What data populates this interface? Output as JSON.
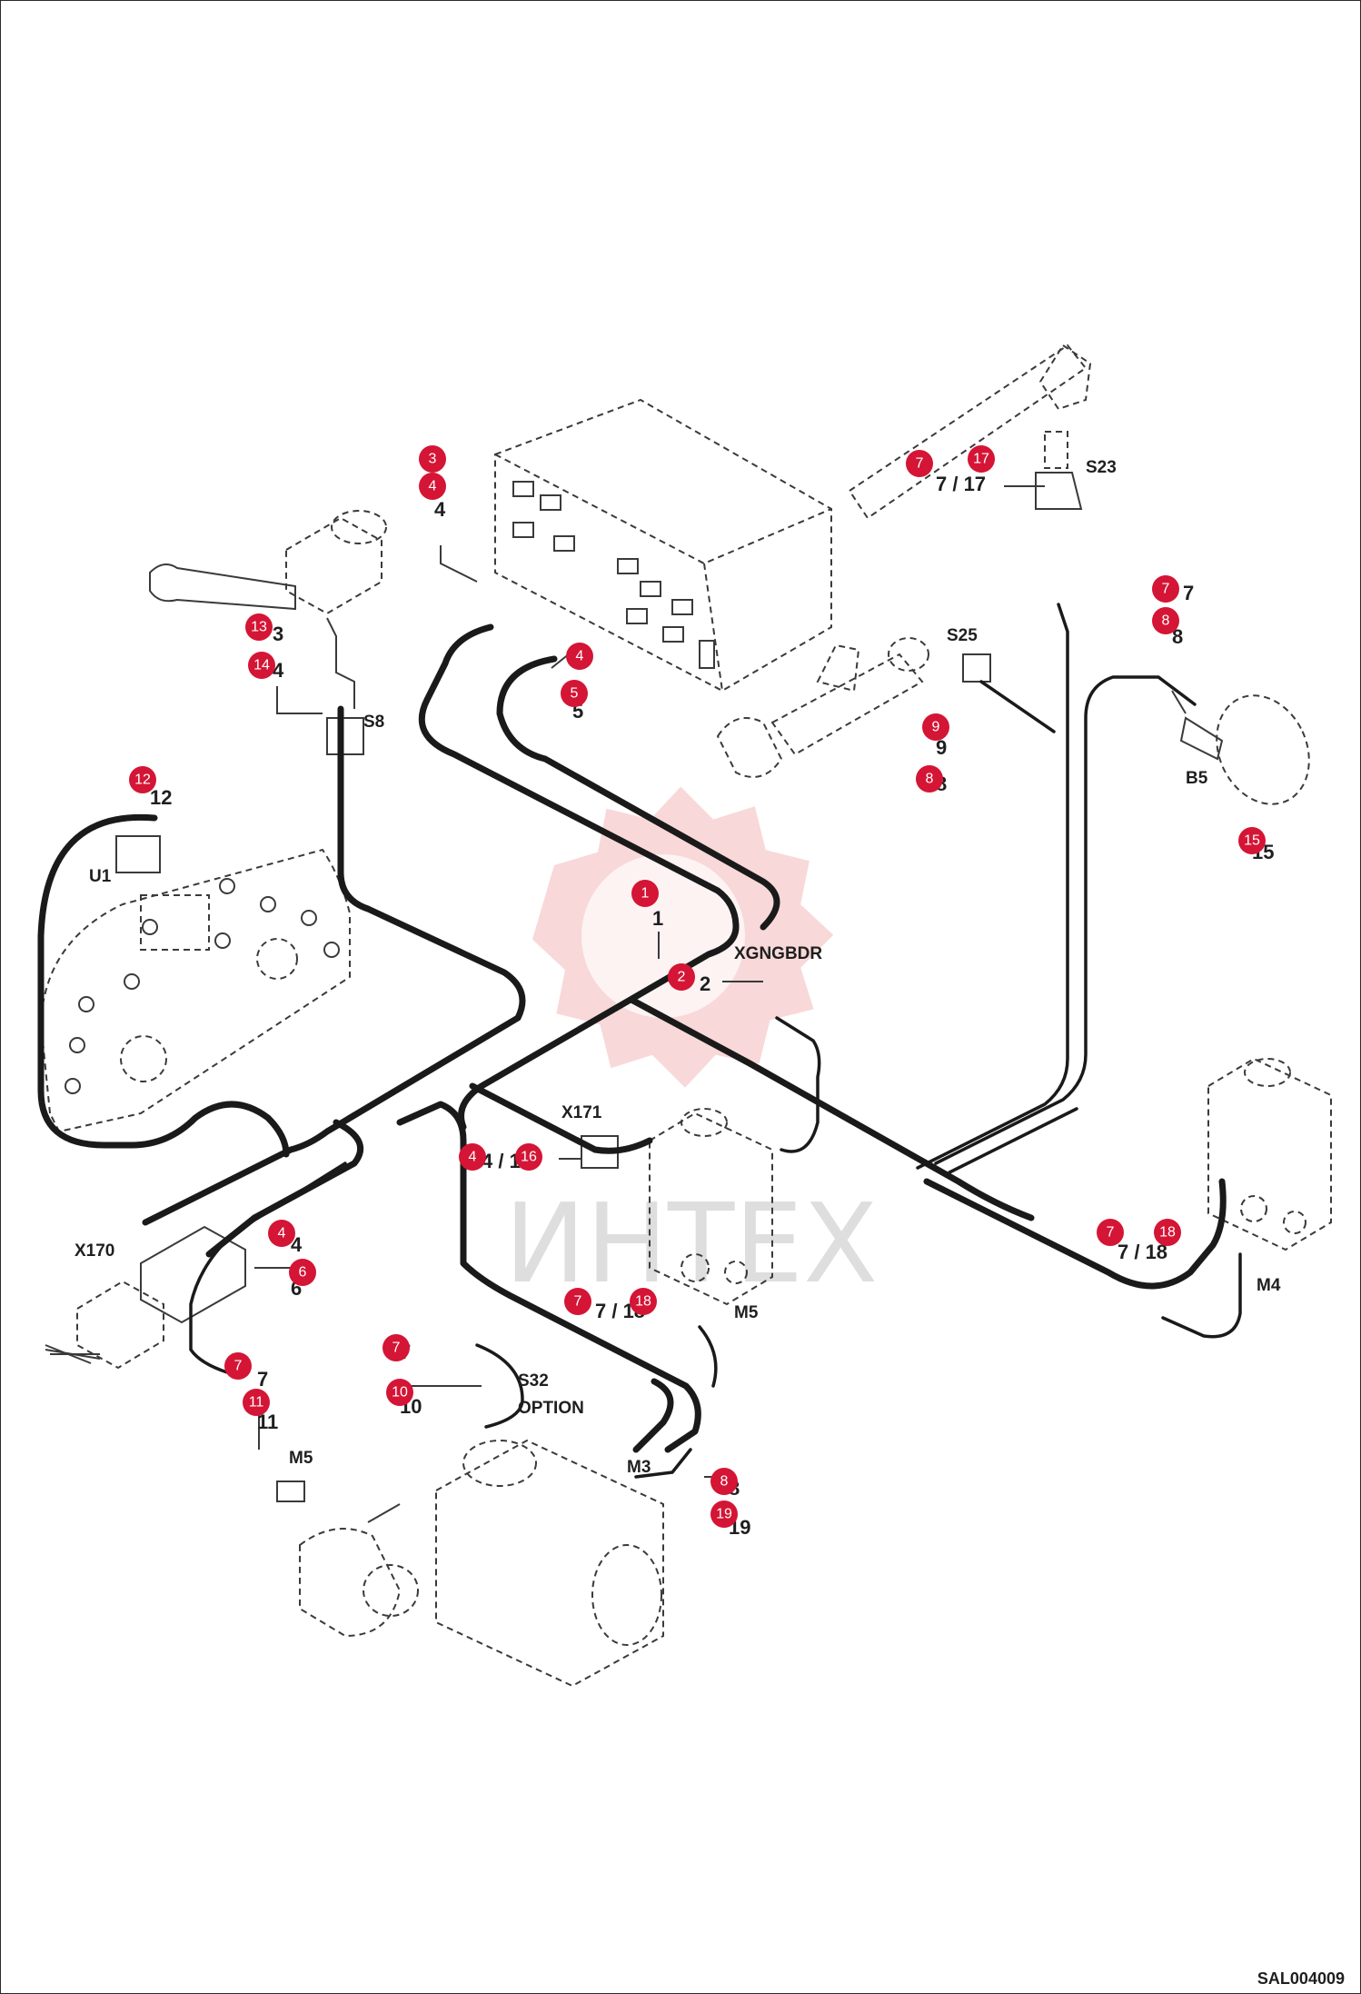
{
  "watermark": "ИНТЕХ",
  "drawing_code": "SAL004009",
  "components": {
    "u1": "U1",
    "s8": "S8",
    "s23": "S23",
    "s25": "S25",
    "b5": "B5",
    "xngbdr": "XGNGBDR",
    "x171": "X171",
    "x170": "X170",
    "s32": "S32",
    "s32_option": "OPTION",
    "m4": "M4",
    "m5_right": "M5",
    "m5_left": "M5",
    "m3": "M3"
  },
  "callouts": [
    {
      "id": "c1",
      "n": "1"
    },
    {
      "id": "c2",
      "n": "2"
    },
    {
      "id": "c3",
      "n": "3"
    },
    {
      "id": "c4a",
      "n": "4"
    },
    {
      "id": "c4b",
      "n": "4"
    },
    {
      "id": "c5",
      "n": "5"
    },
    {
      "id": "c7a",
      "n": "7"
    },
    {
      "id": "c17",
      "n": "17"
    },
    {
      "id": "c7b",
      "n": "7"
    },
    {
      "id": "c8a",
      "n": "8"
    },
    {
      "id": "c13",
      "n": "13"
    },
    {
      "id": "c14",
      "n": "14"
    },
    {
      "id": "c9",
      "n": "9"
    },
    {
      "id": "c8b",
      "n": "8"
    },
    {
      "id": "c12",
      "n": "12"
    },
    {
      "id": "c15",
      "n": "15"
    },
    {
      "id": "c4c",
      "n": "4"
    },
    {
      "id": "c16",
      "n": "16"
    },
    {
      "id": "c4d",
      "n": "4"
    },
    {
      "id": "c6",
      "n": "6"
    },
    {
      "id": "c7c",
      "n": "7"
    },
    {
      "id": "c18a",
      "n": "18"
    },
    {
      "id": "c7d",
      "n": "7"
    },
    {
      "id": "c18b",
      "n": "18"
    },
    {
      "id": "c7e",
      "n": "7"
    },
    {
      "id": "c10",
      "n": "10"
    },
    {
      "id": "c7f",
      "n": "7"
    },
    {
      "id": "c11",
      "n": "11"
    },
    {
      "id": "c8c",
      "n": "8"
    },
    {
      "id": "c19",
      "n": "19"
    }
  ],
  "printed_numbers": {
    "p1": "1",
    "p2": "2",
    "p4": "4",
    "p7_17": "7 / 17",
    "p9": "9",
    "p8": "8",
    "p13": "3",
    "p14": "4",
    "p12": "12",
    "p5": "5",
    "p15": "15",
    "p7a": "7",
    "p8a": "8",
    "p4_16": "4 / 16",
    "p4b": "4",
    "p6": "6",
    "p7_18a": "7 / 18",
    "p7_18b": "7 / 18",
    "p7b": "7",
    "p10": "10",
    "p7c": "7",
    "p11": "11",
    "p8b": "8",
    "p19": "19"
  }
}
